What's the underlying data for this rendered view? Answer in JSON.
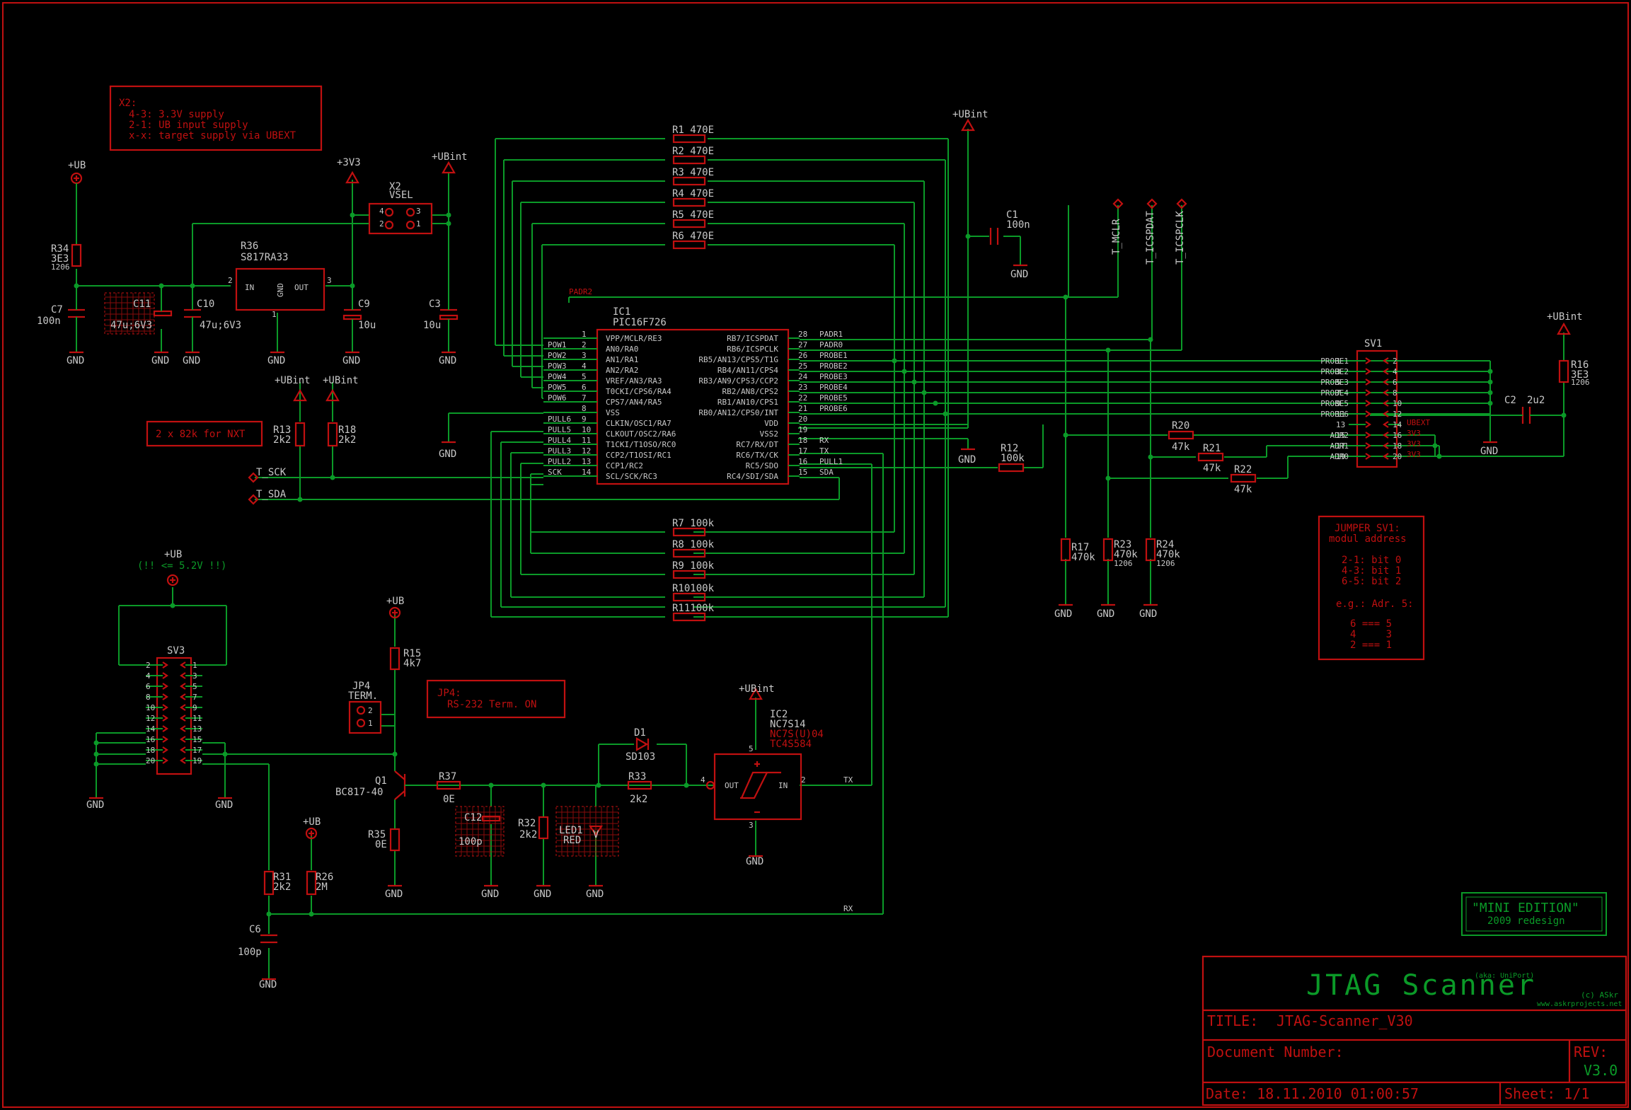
{
  "notes": {
    "x2_title": "X2:",
    "x2_lines": [
      "4-3: 3.3V supply",
      "2-1: UB input supply",
      "x-x: target supply via UBEXT"
    ],
    "nxt": "2 x 82k for NXT",
    "jp4_title": "JP4:",
    "jp4_text": "RS-232 Term. ON",
    "jumper_title": "JUMPER SV1:",
    "jumper_sub": "modul address",
    "jumper_lines": [
      "2-1: bit 0",
      "4-3: bit 1",
      "6-5: bit 2"
    ],
    "jumper_eg": "e.g.: Adr. 5:",
    "jumper_ex": [
      "6 === 5",
      "4     3",
      "2 === 1"
    ],
    "mini_title": "\"MINI EDITION\"",
    "mini_sub": "2009 redesign",
    "ub_limit": "(!! <= 5.2V !!)"
  },
  "title_block": {
    "name": "JTAG Scanner",
    "aka": "(aka: UniPort)",
    "copyright": "(c) ASkr",
    "web": "www.askrprojects.net",
    "title_label": "TITLE:",
    "title_value": "JTAG-Scanner_V30",
    "doc_label": "Document Number:",
    "rev_label": "REV:",
    "rev_value": "V3.0",
    "date": "Date: 18.11.2010 01:00:57",
    "sheet": "Sheet: 1/1"
  },
  "supplies": {
    "ub": "+UB",
    "v33": "+3V3",
    "ubint": "+UBint",
    "gnd": "GND"
  },
  "components": {
    "ic1_ref": "IC1",
    "ic1_val": "PIC16F726",
    "ic2_ref": "IC2",
    "ic2_val": "NC7S14",
    "ic2_alt1": "NC7S(U)04",
    "ic2_alt2": "TC4S584",
    "ic2_out": "OUT",
    "ic2_in": "IN",
    "r36_ref": "R36",
    "r36_val": "S817RA33",
    "r36_in": "IN",
    "r36_out": "OUT",
    "r36_gnd": "GND",
    "x2_ref": "X2",
    "x2_val": "VSEL",
    "sv1": "SV1",
    "sv3": "SV3",
    "jp4_ref": "JP4",
    "jp4_val": "TERM.",
    "q1_ref": "Q1",
    "q1_val": "BC817-40",
    "d1_ref": "D1",
    "d1_val": "SD103",
    "c1": [
      "C1",
      "100n"
    ],
    "c2": [
      "C2",
      "2u2"
    ],
    "c3": [
      "C3",
      "10u"
    ],
    "c6": [
      "C6",
      "100p"
    ],
    "c7": [
      "C7",
      "100n"
    ],
    "c9": [
      "C9",
      "10u"
    ],
    "c10": [
      "C10",
      "47u;6V3"
    ],
    "c11": [
      "C11",
      "47u;6V3"
    ],
    "c12": [
      "C12",
      "100p"
    ],
    "led1": [
      "LED1",
      "RED",
      "V"
    ],
    "r34": [
      "R34",
      "3E3",
      "1206"
    ],
    "r13": [
      "R13",
      "2k2"
    ],
    "r18": [
      "R18",
      "2k2"
    ],
    "r15": [
      "R15",
      "4k7"
    ],
    "r37": [
      "R37",
      "0E"
    ],
    "r35": [
      "R35",
      "0E"
    ],
    "r33": [
      "R33",
      "2k2"
    ],
    "r32": [
      "R32",
      "2k2"
    ],
    "r31": [
      "R31",
      "2k2"
    ],
    "r26": [
      "R26",
      "2M"
    ],
    "r12": [
      "R12",
      "100k"
    ],
    "r16": [
      "R16",
      "3E3",
      "1206"
    ],
    "r17": [
      "R17",
      "470k"
    ],
    "r23": [
      "R23",
      "470k",
      "1206"
    ],
    "r24": [
      "R24",
      "470k",
      "1206"
    ],
    "r20": [
      "R20",
      "47k"
    ],
    "r21": [
      "R21",
      "47k"
    ],
    "r22": [
      "R22",
      "47k"
    ],
    "rtop": [
      "R1 470E",
      "R2 470E",
      "R3 470E",
      "R4 470E",
      "R5 470E",
      "R6 470E"
    ],
    "rbot": [
      "R7 100k",
      "R8 100k",
      "R9 100k",
      "R10100k",
      "R11100k"
    ]
  },
  "ic1_left_pins": [
    {
      "num": "1",
      "name": "VPP/MCLR/RE3",
      "net": ""
    },
    {
      "num": "2",
      "name": "AN0/RA0",
      "net": "POW1"
    },
    {
      "num": "3",
      "name": "AN1/RA1",
      "net": "POW2"
    },
    {
      "num": "4",
      "name": "AN2/RA2",
      "net": "POW3"
    },
    {
      "num": "5",
      "name": "VREF/AN3/RA3",
      "net": "POW4"
    },
    {
      "num": "6",
      "name": "T0CKI/CPS6/RA4",
      "net": "POW5"
    },
    {
      "num": "7",
      "name": "CPS7/AN4/RA5",
      "net": "POW6"
    },
    {
      "num": "8",
      "name": "VSS",
      "net": ""
    },
    {
      "num": "9",
      "name": "CLKIN/OSC1/RA7",
      "net": "PULL6"
    },
    {
      "num": "10",
      "name": "CLKOUT/OSC2/RA6",
      "net": "PULL5"
    },
    {
      "num": "11",
      "name": "T1CKI/T1OSO/RC0",
      "net": "PULL4"
    },
    {
      "num": "12",
      "name": "CCP2/T1OSI/RC1",
      "net": "PULL3"
    },
    {
      "num": "13",
      "name": "CCP1/RC2",
      "net": "PULL2"
    },
    {
      "num": "14",
      "name": "SCL/SCK/RC3",
      "net": "SCK"
    }
  ],
  "ic1_right_pins": [
    {
      "num": "28",
      "name": "RB7/ICSPDAT",
      "net": "PADR1"
    },
    {
      "num": "27",
      "name": "RB6/ICSPCLK",
      "net": "PADR0"
    },
    {
      "num": "26",
      "name": "RB5/AN13/CPS5/T1G",
      "net": "PROBE1"
    },
    {
      "num": "25",
      "name": "RB4/AN11/CPS4",
      "net": "PROBE2"
    },
    {
      "num": "24",
      "name": "RB3/AN9/CPS3/CCP2",
      "net": "PROBE3"
    },
    {
      "num": "23",
      "name": "RB2/AN8/CPS2",
      "net": "PROBE4"
    },
    {
      "num": "22",
      "name": "RB1/AN10/CPS1",
      "net": "PROBE5"
    },
    {
      "num": "21",
      "name": "RB0/AN12/CPS0/INT",
      "net": "PROBE6"
    },
    {
      "num": "20",
      "name": "VDD",
      "net": ""
    },
    {
      "num": "19",
      "name": "VSS2",
      "net": ""
    },
    {
      "num": "18",
      "name": "RC7/RX/DT",
      "net": "RX"
    },
    {
      "num": "17",
      "name": "RC6/TX/CK",
      "net": "TX"
    },
    {
      "num": "16",
      "name": "RC5/SDO",
      "net": "PULL1"
    },
    {
      "num": "15",
      "name": "RC4/SDI/SDA",
      "net": "SDA"
    }
  ],
  "nets": {
    "padr2": "PADR2",
    "t_sck": "T_SCK",
    "t_sda": "T_SDA",
    "t_mclr": "T_MCLR",
    "t_icspdat": "T_ICSPDAT",
    "t_icspclk": "T_ICSPCLK",
    "tx": "TX",
    "rx": "RX"
  },
  "sv1_left": [
    {
      "net": "PROBE1",
      "pin": "1"
    },
    {
      "net": "PROBE2",
      "pin": "3"
    },
    {
      "net": "PROBE3",
      "pin": "5"
    },
    {
      "net": "PROBE4",
      "pin": "7"
    },
    {
      "net": "PROBE5",
      "pin": "9"
    },
    {
      "net": "PROBE6",
      "pin": "11"
    },
    {
      "net": "",
      "pin": "13"
    },
    {
      "net": "ADR2",
      "pin": "15"
    },
    {
      "net": "ADR1",
      "pin": "17"
    },
    {
      "net": "ADR0",
      "pin": "19"
    }
  ],
  "sv1_right": [
    {
      "pin": "2",
      "net": ""
    },
    {
      "pin": "4",
      "net": ""
    },
    {
      "pin": "6",
      "net": ""
    },
    {
      "pin": "8",
      "net": ""
    },
    {
      "pin": "10",
      "net": ""
    },
    {
      "pin": "12",
      "net": ""
    },
    {
      "pin": "14",
      "net": "UBEXT"
    },
    {
      "pin": "16",
      "net": "3V3"
    },
    {
      "pin": "18",
      "net": "3V3"
    },
    {
      "pin": "20",
      "net": "3V3"
    }
  ],
  "sv3_left": [
    "2",
    "4",
    "6",
    "8",
    "10",
    "12",
    "14",
    "16",
    "18",
    "20"
  ],
  "sv3_right": [
    "1",
    "3",
    "5",
    "7",
    "9",
    "11",
    "13",
    "15",
    "17",
    "19"
  ],
  "x2_pins": [
    "4",
    "3",
    "2",
    "1"
  ],
  "jp4_pins": [
    "2",
    "1"
  ],
  "pin_numbers": {
    "r36_in": "2",
    "r36_out": "3",
    "r36_gnd": "1",
    "ic2_in": "2",
    "ic2_out": "4",
    "ic2_vcc": "5",
    "ic2_gnd": "3"
  }
}
